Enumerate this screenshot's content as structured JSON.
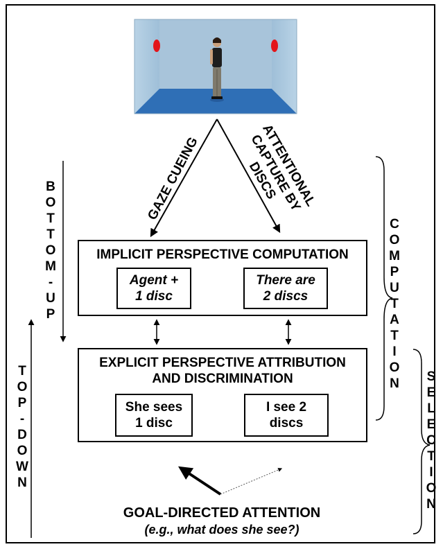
{
  "labels": {
    "gaze_cueing": "GAZE CUEING",
    "attentional_capture": [
      "ATTENTIONAL",
      "CAPTURE BY",
      "DISCS"
    ],
    "bottom_up": [
      "B",
      "O",
      "T",
      "T",
      "O",
      "M",
      "-",
      "U",
      "P"
    ],
    "top_down": [
      "T",
      "O",
      "P",
      "-",
      "D",
      "O",
      "W",
      "N"
    ],
    "computation": [
      "C",
      "O",
      "M",
      "P",
      "U",
      "T",
      "A",
      "T",
      "I",
      "O",
      "N"
    ],
    "selection": [
      "S",
      "E",
      "L",
      "E",
      "C",
      "T",
      "I",
      "O",
      "N"
    ]
  },
  "implicit": {
    "title": "IMPLICIT PERSPECTIVE COMPUTATION",
    "left": [
      "Agent +",
      "1 disc"
    ],
    "right": [
      "There are",
      "2 discs"
    ]
  },
  "explicit": {
    "title_line1": "EXPLICIT PERSPECTIVE ATTRIBUTION",
    "title_line2": "AND DISCRIMINATION",
    "left": [
      "She sees",
      "1 disc"
    ],
    "right": [
      "I see 2",
      "discs"
    ]
  },
  "goal": {
    "title": "GOAL-DIRECTED ATTENTION",
    "subtitle": "(e.g., what does she see?)"
  },
  "colors": {
    "room_wall": "#a9c6dc",
    "room_floor": "#2f6fb6",
    "disc": "#e3151a"
  }
}
